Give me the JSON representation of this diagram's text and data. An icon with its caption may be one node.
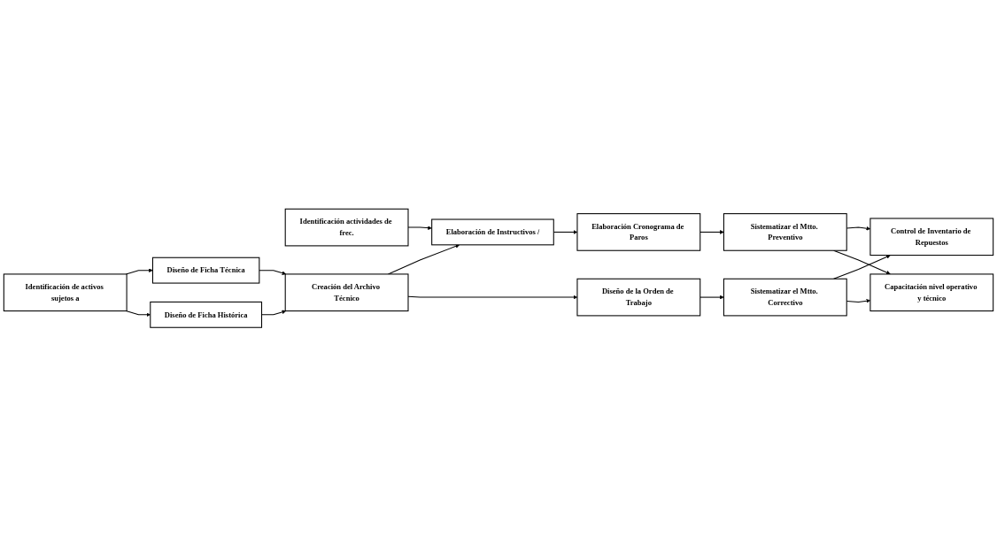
{
  "diagram": {
    "nodes": [
      {
        "text": [
          "Identificación de activos sujetos a"
        ]
      },
      {
        "text": [
          "Diseño de Ficha Técnica"
        ]
      },
      {
        "text": [
          "Identificación actividades de frec."
        ]
      },
      {
        "text": [
          "Diseño de Ficha Histórica"
        ]
      },
      {
        "text": [
          "Creación del Archivo Técnico"
        ]
      },
      {
        "text": [
          "Elaboración de Instructivos /"
        ]
      },
      {
        "text": [
          "Elaboración Cronograma de Paros"
        ]
      },
      {
        "text": [
          "Diseño de la Orden de Trabajo"
        ]
      },
      {
        "text": [
          "Sistematizar el Mtto. Correctivo"
        ]
      },
      {
        "text": [
          "Control de Inventario de Repuestos"
        ]
      },
      {
        "text": [
          "Sistematizar el Mtto. Preventivo"
        ]
      },
      {
        "text": [
          "Capacitación nivel operativo y técnico"
        ]
      }
    ],
    "edges": [
      {
        "from": 0,
        "to": 1,
        "arrow": "to"
      },
      {
        "from": 0,
        "to": 3,
        "arrow": "to"
      },
      {
        "from": 1,
        "to": 4,
        "arrow": "to"
      },
      {
        "from": 2,
        "to": 5,
        "arrow": "to"
      },
      {
        "from": 3,
        "to": 4,
        "arrow": "to"
      },
      {
        "from": 4,
        "to": 5,
        "arrow": "to"
      },
      {
        "from": 5,
        "to": 6,
        "arrow": "to"
      },
      {
        "from": 4,
        "to": 7,
        "arrow": "to"
      },
      {
        "from": 6,
        "to": 10,
        "arrow": "to"
      },
      {
        "from": 7,
        "to": 8,
        "arrow": "to"
      },
      {
        "from": 8,
        "to": 9,
        "arrow": "to"
      },
      {
        "from": 10,
        "to": 9,
        "arrow": "to"
      },
      {
        "from": 8,
        "to": 11,
        "arrow": "to"
      },
      {
        "from": 10,
        "to": 11,
        "arrow": "to"
      }
    ]
  }
}
